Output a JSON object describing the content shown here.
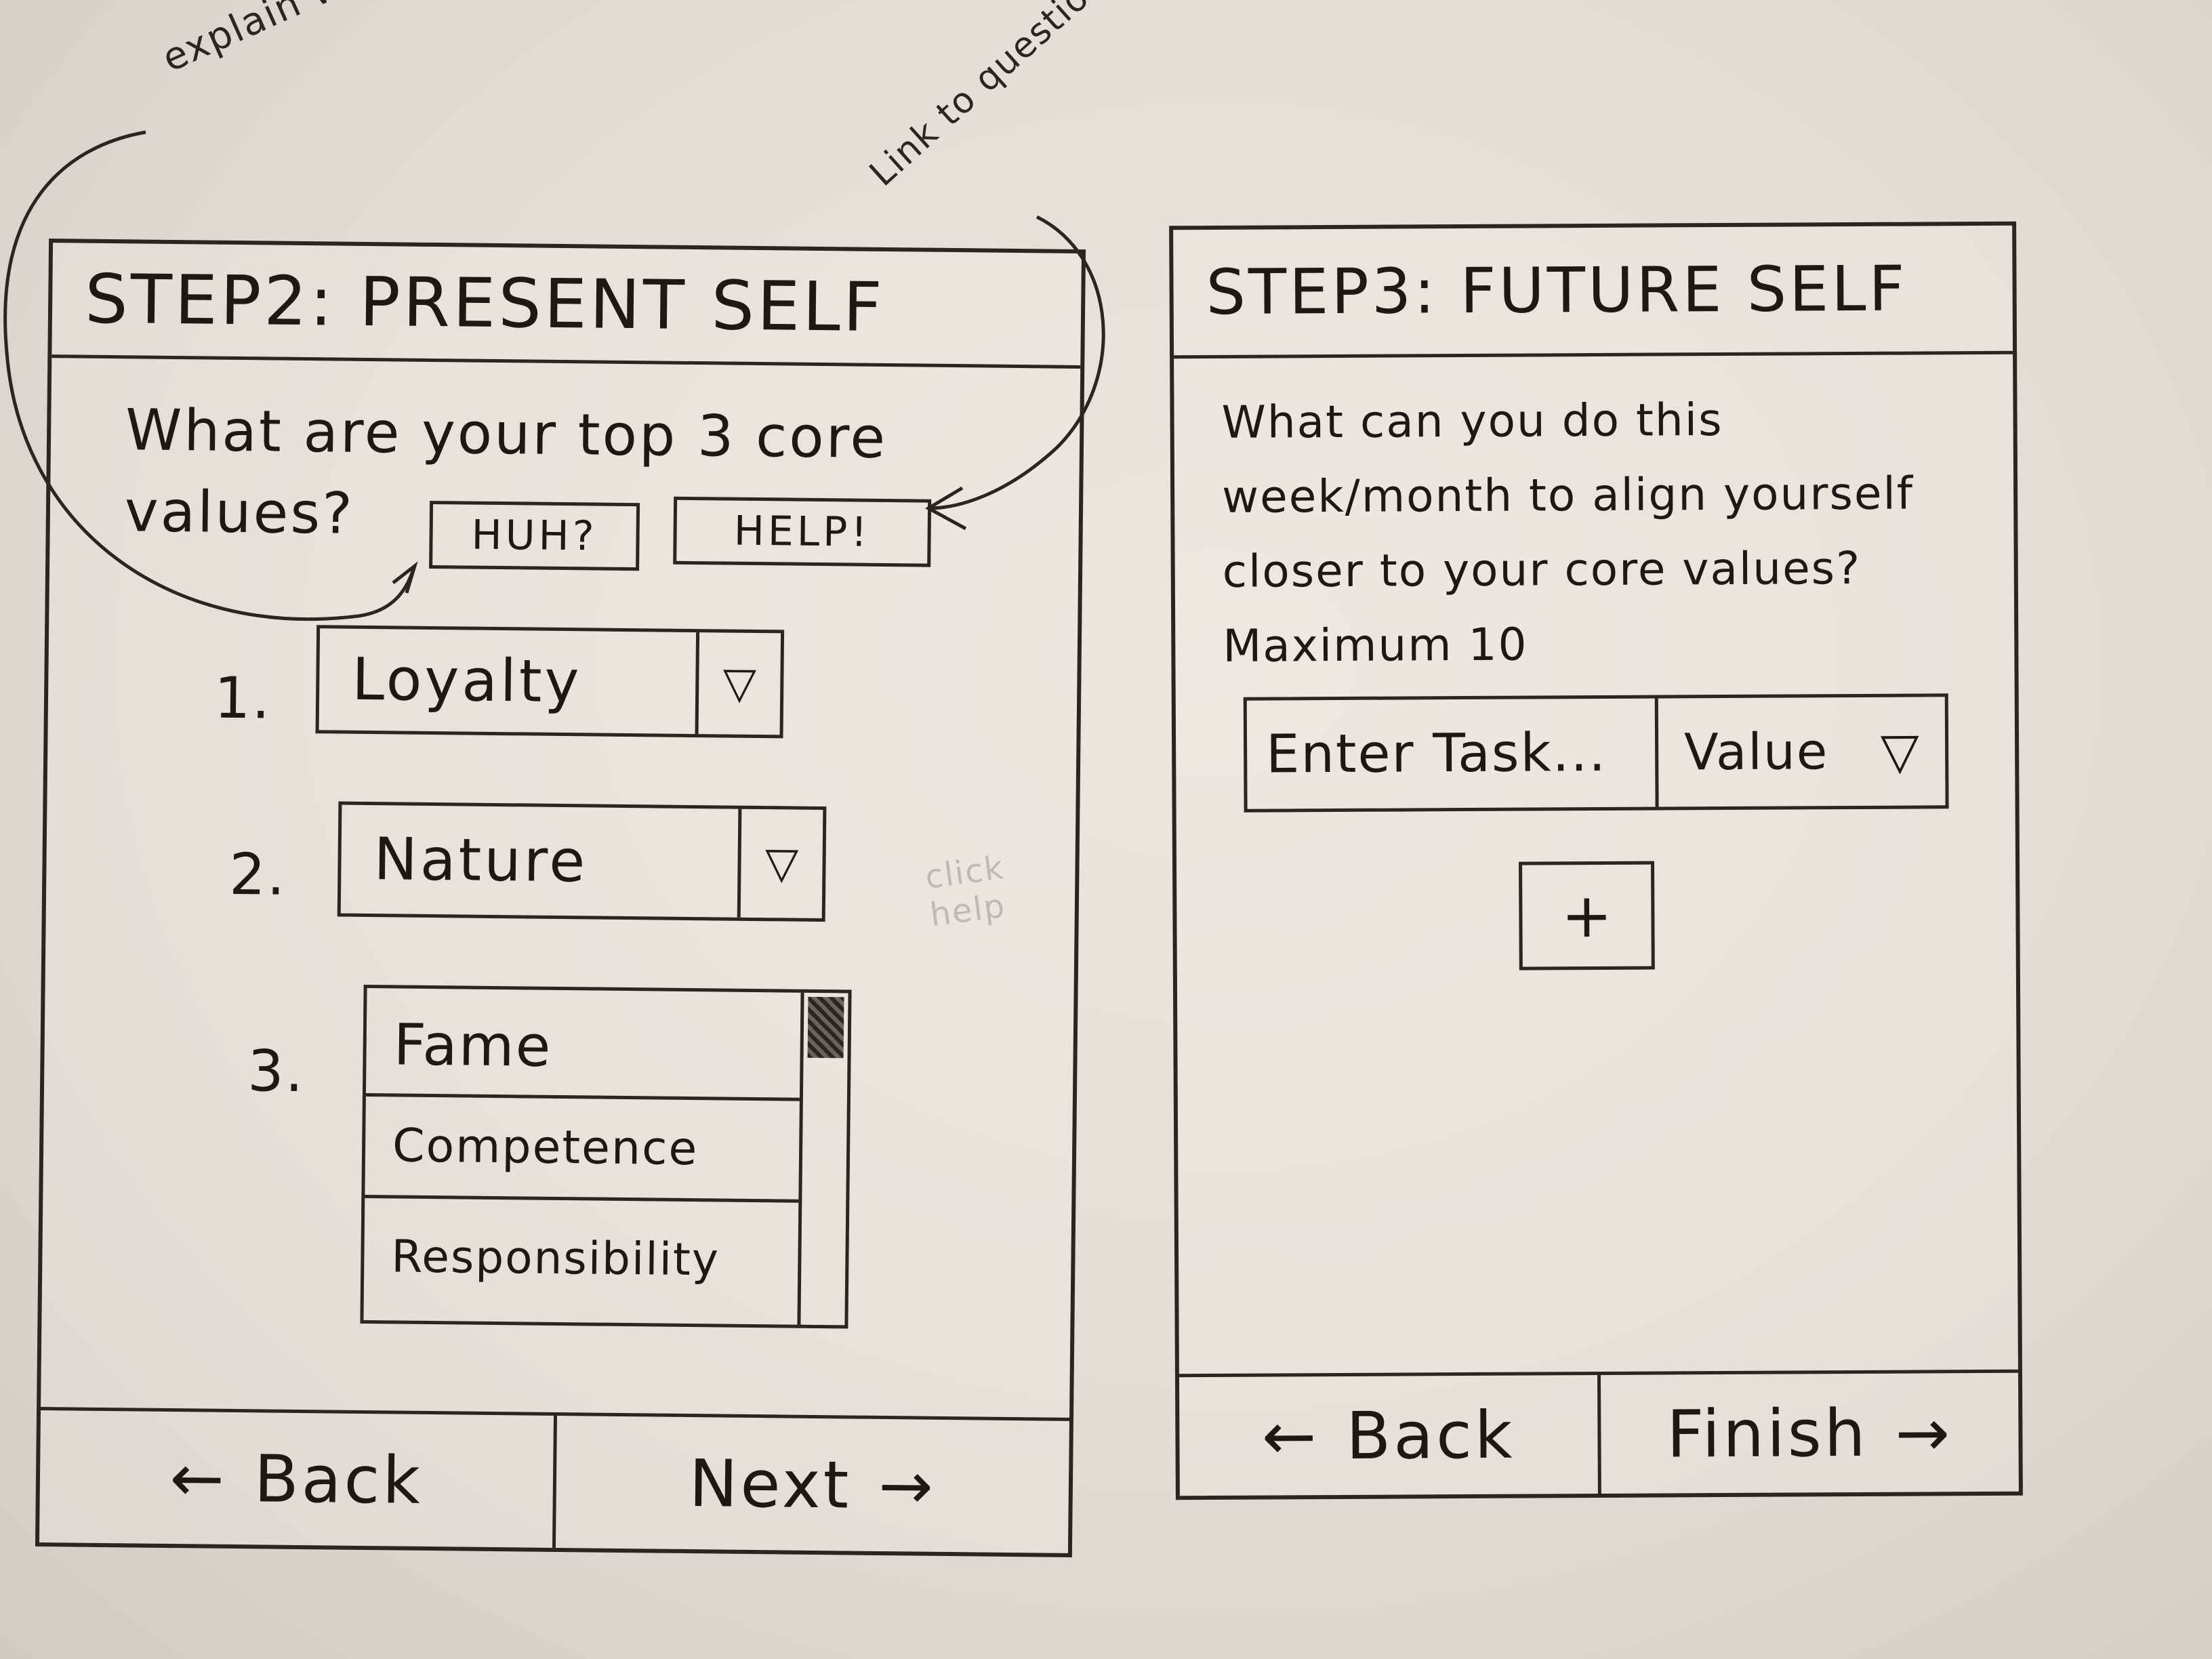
{
  "annotations": {
    "core_value_note": "explain what a core value is (pop up)",
    "questionnaire_note": "Link to questionare to figure out values",
    "faint_note": "click help"
  },
  "step2": {
    "title": "STEP2: PRESENT SELF",
    "question": "What are your top 3 core values?",
    "huh_label": "HUH?",
    "help_label": "HELP!",
    "selections": [
      {
        "rank": "1.",
        "value": "Loyalty",
        "arrow": "▽"
      },
      {
        "rank": "2.",
        "value": "Nature",
        "arrow": "▽"
      },
      {
        "rank": "3.",
        "options": [
          "Fame",
          "Competence",
          "Responsibility"
        ]
      }
    ],
    "back_label": "Back",
    "next_label": "Next",
    "back_arrow": "←",
    "next_arrow": "→"
  },
  "step3": {
    "title": "STEP3: FUTURE SELF",
    "question": "What can you do this week/month to align yourself closer to your core values? Maximum 10",
    "task_placeholder": "Enter Task...",
    "value_label": "Value",
    "value_arrow": "▽",
    "add_label": "+",
    "back_label": "Back",
    "finish_label": "Finish",
    "back_arrow": "←",
    "finish_arrow": "→"
  }
}
